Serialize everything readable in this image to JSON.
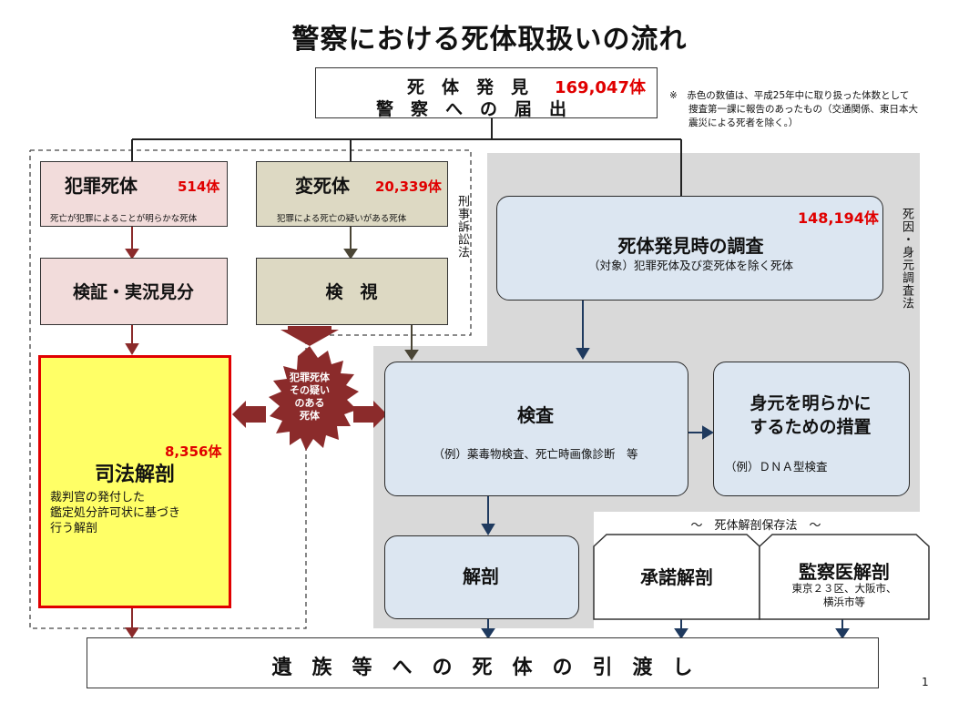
{
  "title": "警察における死体取扱いの流れ",
  "top": {
    "line1": "死　体　発　見",
    "line2": "警　察　へ　の　届　出",
    "count": "169,047体"
  },
  "note": "※　赤色の数値は、平成25年中に取り扱った体数として\n　　捜査第一課に報告のあったもの（交通関係、東日本大\n　　震災による死者を除く。）",
  "crime": {
    "title": "犯罪死体",
    "count": "514体",
    "desc": "死亡が犯罪によることが明らかな死体"
  },
  "unnatural": {
    "title": "変死体",
    "count": "20,339体",
    "desc": "犯罪による死亡の疑いがある死体"
  },
  "keiji_law": "刑事訴訟法",
  "shiin_law": "死因・身元調査法",
  "investigation": {
    "title": "死体発見時の調査",
    "sub": "（対象）犯罪死体及び変死体を除く死体",
    "count": "148,194体"
  },
  "kensho": "検証・実況見分",
  "kenshi": "検　視",
  "burst": "犯罪死体\nその疑い\nのある\n死体",
  "judicial": {
    "title": "司法解剖",
    "count": "8,356体",
    "desc": "裁判官の発付した\n鑑定処分許可状に基づき\n行う解剖"
  },
  "exam": {
    "title": "検査",
    "sub": "（例）薬毒物検査、死亡時画像診断　等"
  },
  "identity": {
    "title": "身元を明らかに\nするための措置",
    "sub": "（例）ＤＮＡ型検査"
  },
  "autopsy": "解剖",
  "preservation_law": "～　死体解剖保存法　～",
  "consent": "承諾解剖",
  "examiner": {
    "title": "監察医解剖",
    "sub": "東京２３区、大阪市、\n横浜市等"
  },
  "handover": "遺　族　等　へ　の　死　体　の　引　渡　し",
  "page_number": "1"
}
